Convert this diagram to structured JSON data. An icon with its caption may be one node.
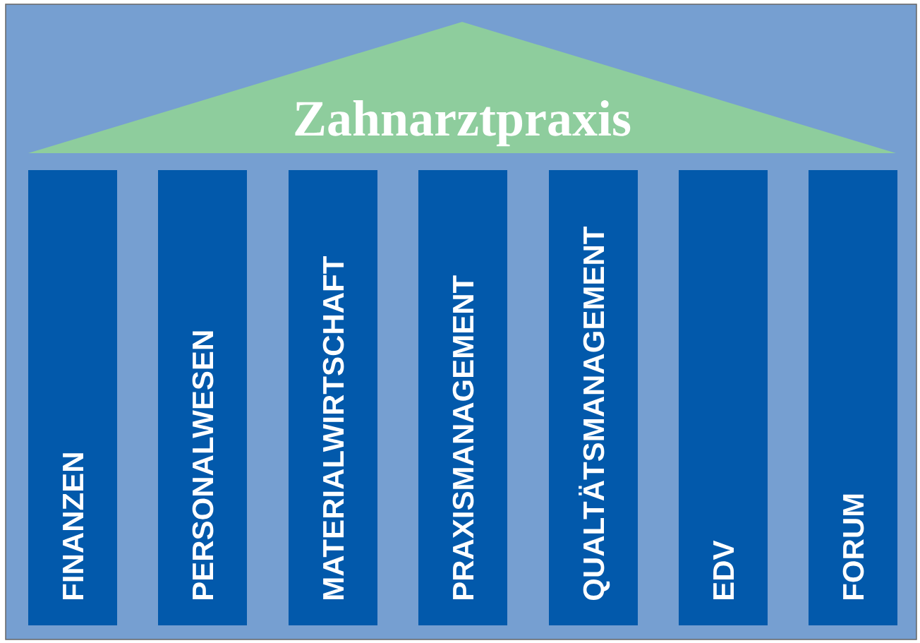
{
  "diagram": {
    "nodes": [
      {
        "text": [
          "Zahnarztpraxis"
        ]
      },
      {
        "text": [
          "FINANZEN"
        ]
      },
      {
        "text": [
          "PERSONALWESEN"
        ]
      },
      {
        "text": [
          "MATERIALWIRTSCHAFT"
        ]
      },
      {
        "text": [
          "PRAXISMANAGEMENT"
        ]
      },
      {
        "text": [
          "QUALTÄTSMANAGEMENT"
        ]
      },
      {
        "text": [
          "EDV"
        ]
      },
      {
        "text": [
          "FORUM"
        ]
      }
    ]
  }
}
